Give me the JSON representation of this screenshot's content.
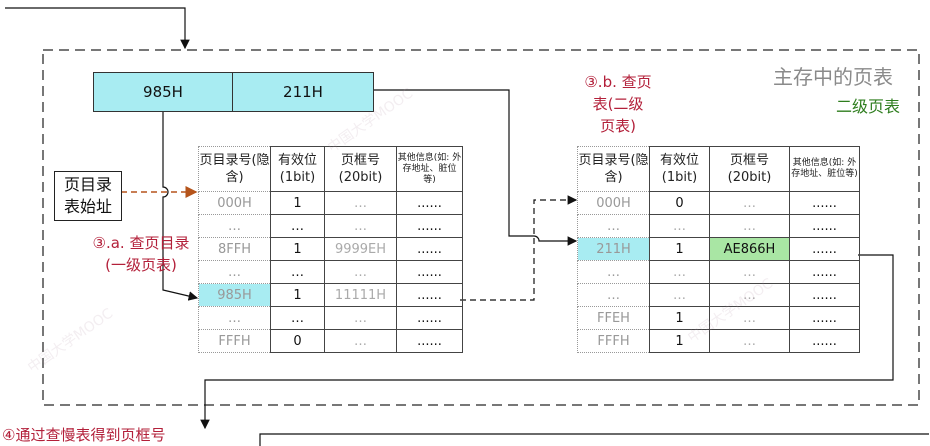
{
  "memory": {
    "title": "主存中的页表"
  },
  "virtual_address": {
    "page_dir_index": "985H",
    "page_index": "211H"
  },
  "base_box": {
    "line1": "页目录",
    "line2": "表始址"
  },
  "steps": {
    "a_line1": "③.a. 查页目录",
    "a_line2": "(一级页表)",
    "b_line1": "③.b. 查页",
    "b_line2": "表(二级",
    "b_line3": "页表)",
    "c": "④通过查慢表得到页框号"
  },
  "l1_table": {
    "headers": [
      "页目录号(隐含)",
      "有效位(1bit)",
      "页框号(20bit)",
      "其他信息(如: 外存地址、脏位等)"
    ],
    "rows": [
      [
        "000H",
        "1",
        "…",
        "......"
      ],
      [
        "…",
        "…",
        "…",
        "......"
      ],
      [
        "8FFH",
        "1",
        "9999EH",
        "......"
      ],
      [
        "…",
        "…",
        "…",
        "......"
      ],
      [
        "985H",
        "1",
        "11111H",
        "......"
      ],
      [
        "…",
        "…",
        "…",
        "......"
      ],
      [
        "FFFH",
        "0",
        "…",
        "......"
      ]
    ]
  },
  "l2_table": {
    "title": "二级页表",
    "headers": [
      "页目录号(隐含)",
      "有效位(1bit)",
      "页框号(20bit)",
      "其他信息(如: 外存地址、脏位等)"
    ],
    "rows": [
      [
        "000H",
        "0",
        "…",
        "......"
      ],
      [
        "…",
        "…",
        "…",
        "......"
      ],
      [
        "211H",
        "1",
        "AE866H",
        "......"
      ],
      [
        "…",
        "…",
        "…",
        "......"
      ],
      [
        "…",
        "…",
        "…",
        "......"
      ],
      [
        "FFEH",
        "1",
        "…",
        "......"
      ],
      [
        "FFFH",
        "1",
        "…",
        "......"
      ]
    ]
  },
  "colors": {
    "highlight_cyan": "#a8ecf2",
    "highlight_green": "#a9e6a4",
    "step_red": "#b3203a",
    "l2_green": "#2e7d1e",
    "arrow_orange": "#b5541b"
  }
}
